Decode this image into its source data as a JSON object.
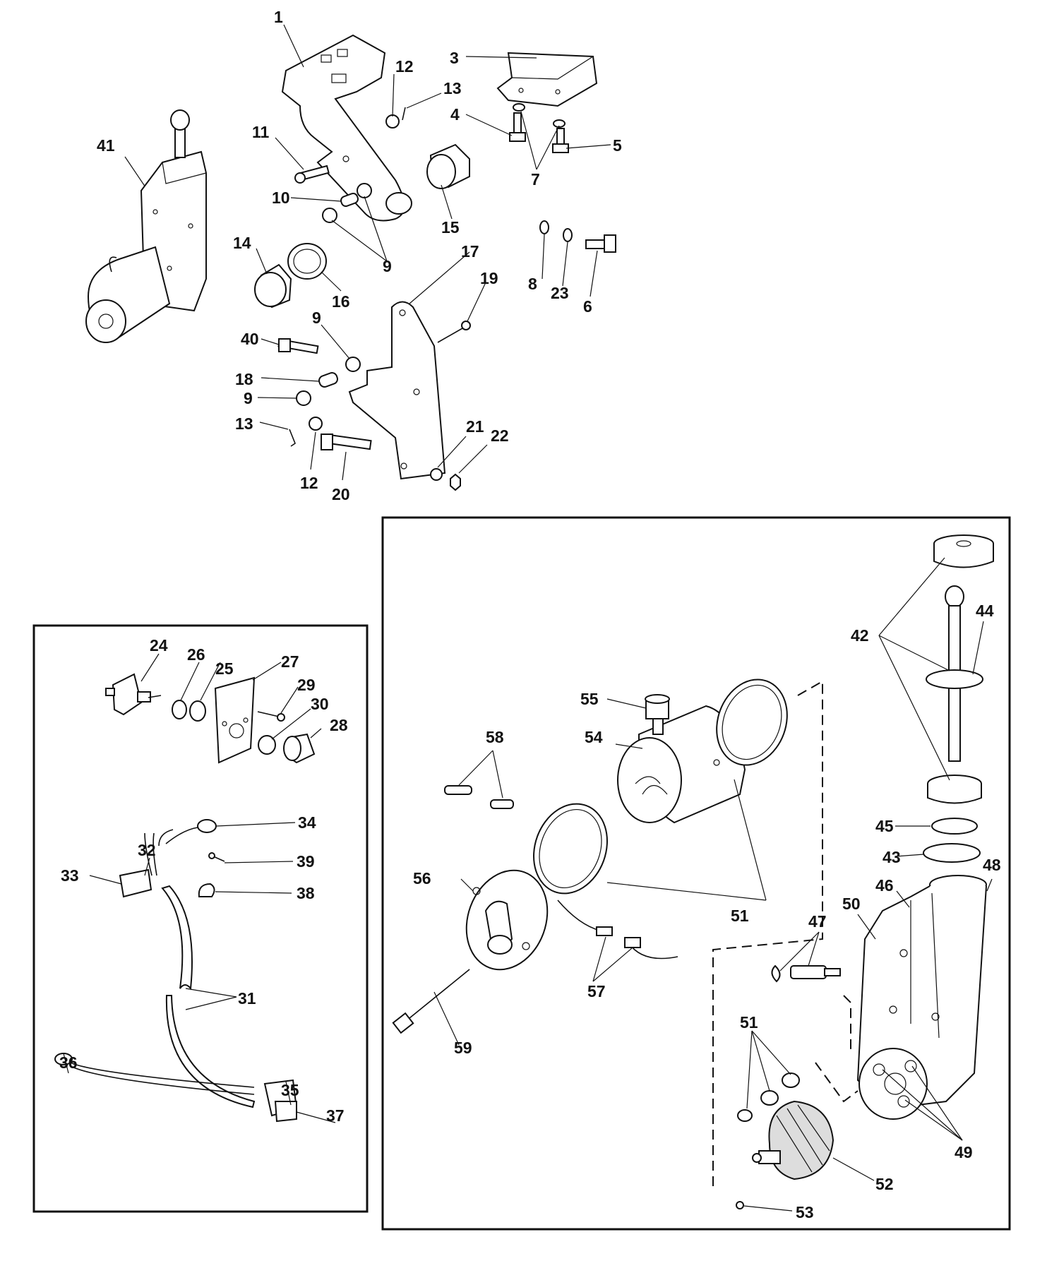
{
  "callouts": {
    "n1": "1",
    "n3": "3",
    "n4": "4",
    "n5": "5",
    "n6": "6",
    "n7": "7",
    "n8": "8",
    "n9a": "9",
    "n9b": "9",
    "n9c": "9",
    "n10": "10",
    "n11": "11",
    "n12a": "12",
    "n12b": "12",
    "n13a": "13",
    "n13b": "13",
    "n14": "14",
    "n15": "15",
    "n16": "16",
    "n17": "17",
    "n18": "18",
    "n19": "19",
    "n20": "20",
    "n21": "21",
    "n22": "22",
    "n23": "23",
    "n24": "24",
    "n25": "25",
    "n26": "26",
    "n27": "27",
    "n28": "28",
    "n29": "29",
    "n30": "30",
    "n31": "31",
    "n32": "32",
    "n33": "33",
    "n34": "34",
    "n35": "35",
    "n36": "36",
    "n37": "37",
    "n38": "38",
    "n39": "39",
    "n40": "40",
    "n41": "41",
    "n42": "42",
    "n43": "43",
    "n44": "44",
    "n45": "45",
    "n46": "46",
    "n47": "47",
    "n48": "48",
    "n49": "49",
    "n50": "50",
    "n51a": "51",
    "n51b": "51",
    "n52": "52",
    "n53": "53",
    "n54": "54",
    "n55": "55",
    "n56": "56",
    "n57": "57",
    "n58": "58",
    "n59": "59"
  }
}
